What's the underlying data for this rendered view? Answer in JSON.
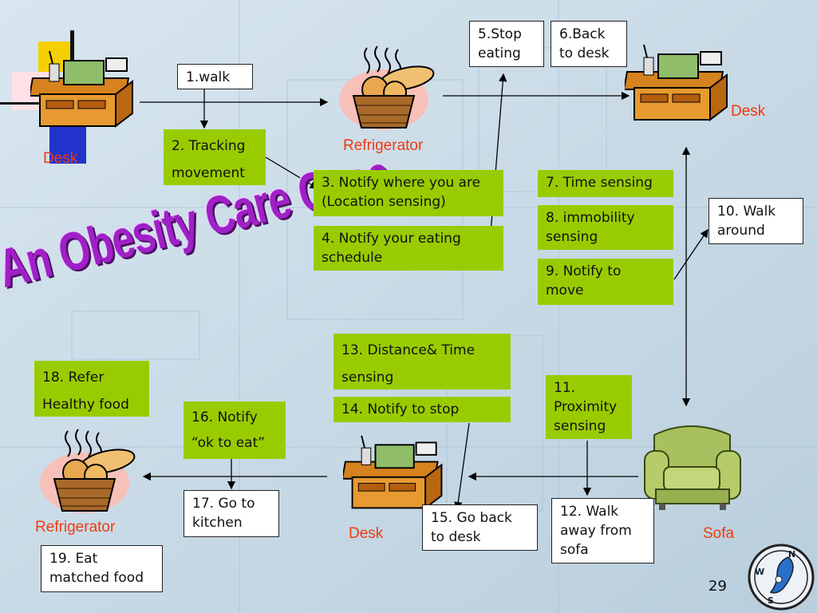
{
  "title": "An Obesity Care Case",
  "page_number": "29",
  "places": {
    "desk_top_left": "Desk",
    "refrigerator_top": "Refrigerator",
    "desk_top_right": "Desk",
    "refrigerator_bottom": "Refrigerator",
    "desk_bottom": "Desk",
    "sofa": "Sofa"
  },
  "steps": {
    "s1": "1.walk",
    "s2": "2. Tracking\nmovement",
    "s3": "3. Notify where you are\n(Location sensing)",
    "s4": "4. Notify your eating\nschedule",
    "s5": "5.Stop\neating",
    "s6": "6.Back\nto desk",
    "s7": "7. Time sensing",
    "s8": "8. immobility\nsensing",
    "s9": "9. Notify to\nmove",
    "s10": "10. Walk\naround",
    "s11": "11.\nProximity\nsensing",
    "s12": "12. Walk\naway from\nsofa",
    "s13": "13. Distance& Time\nsensing",
    "s14": "14. Notify to stop",
    "s15": "15. Go back\nto desk",
    "s16": "16. Notify\n“ok to eat”",
    "s17": "17. Go to\nkitchen",
    "s18": "18. Refer\nHealthy food",
    "s19": "19. Eat\nmatched food"
  },
  "colors": {
    "green_box": "#99cc00",
    "place_label": "#f03a10",
    "title": "#a020c8"
  },
  "icons": [
    "desk-icon",
    "bread-basket-icon",
    "sofa-icon",
    "compass-logo-icon"
  ]
}
